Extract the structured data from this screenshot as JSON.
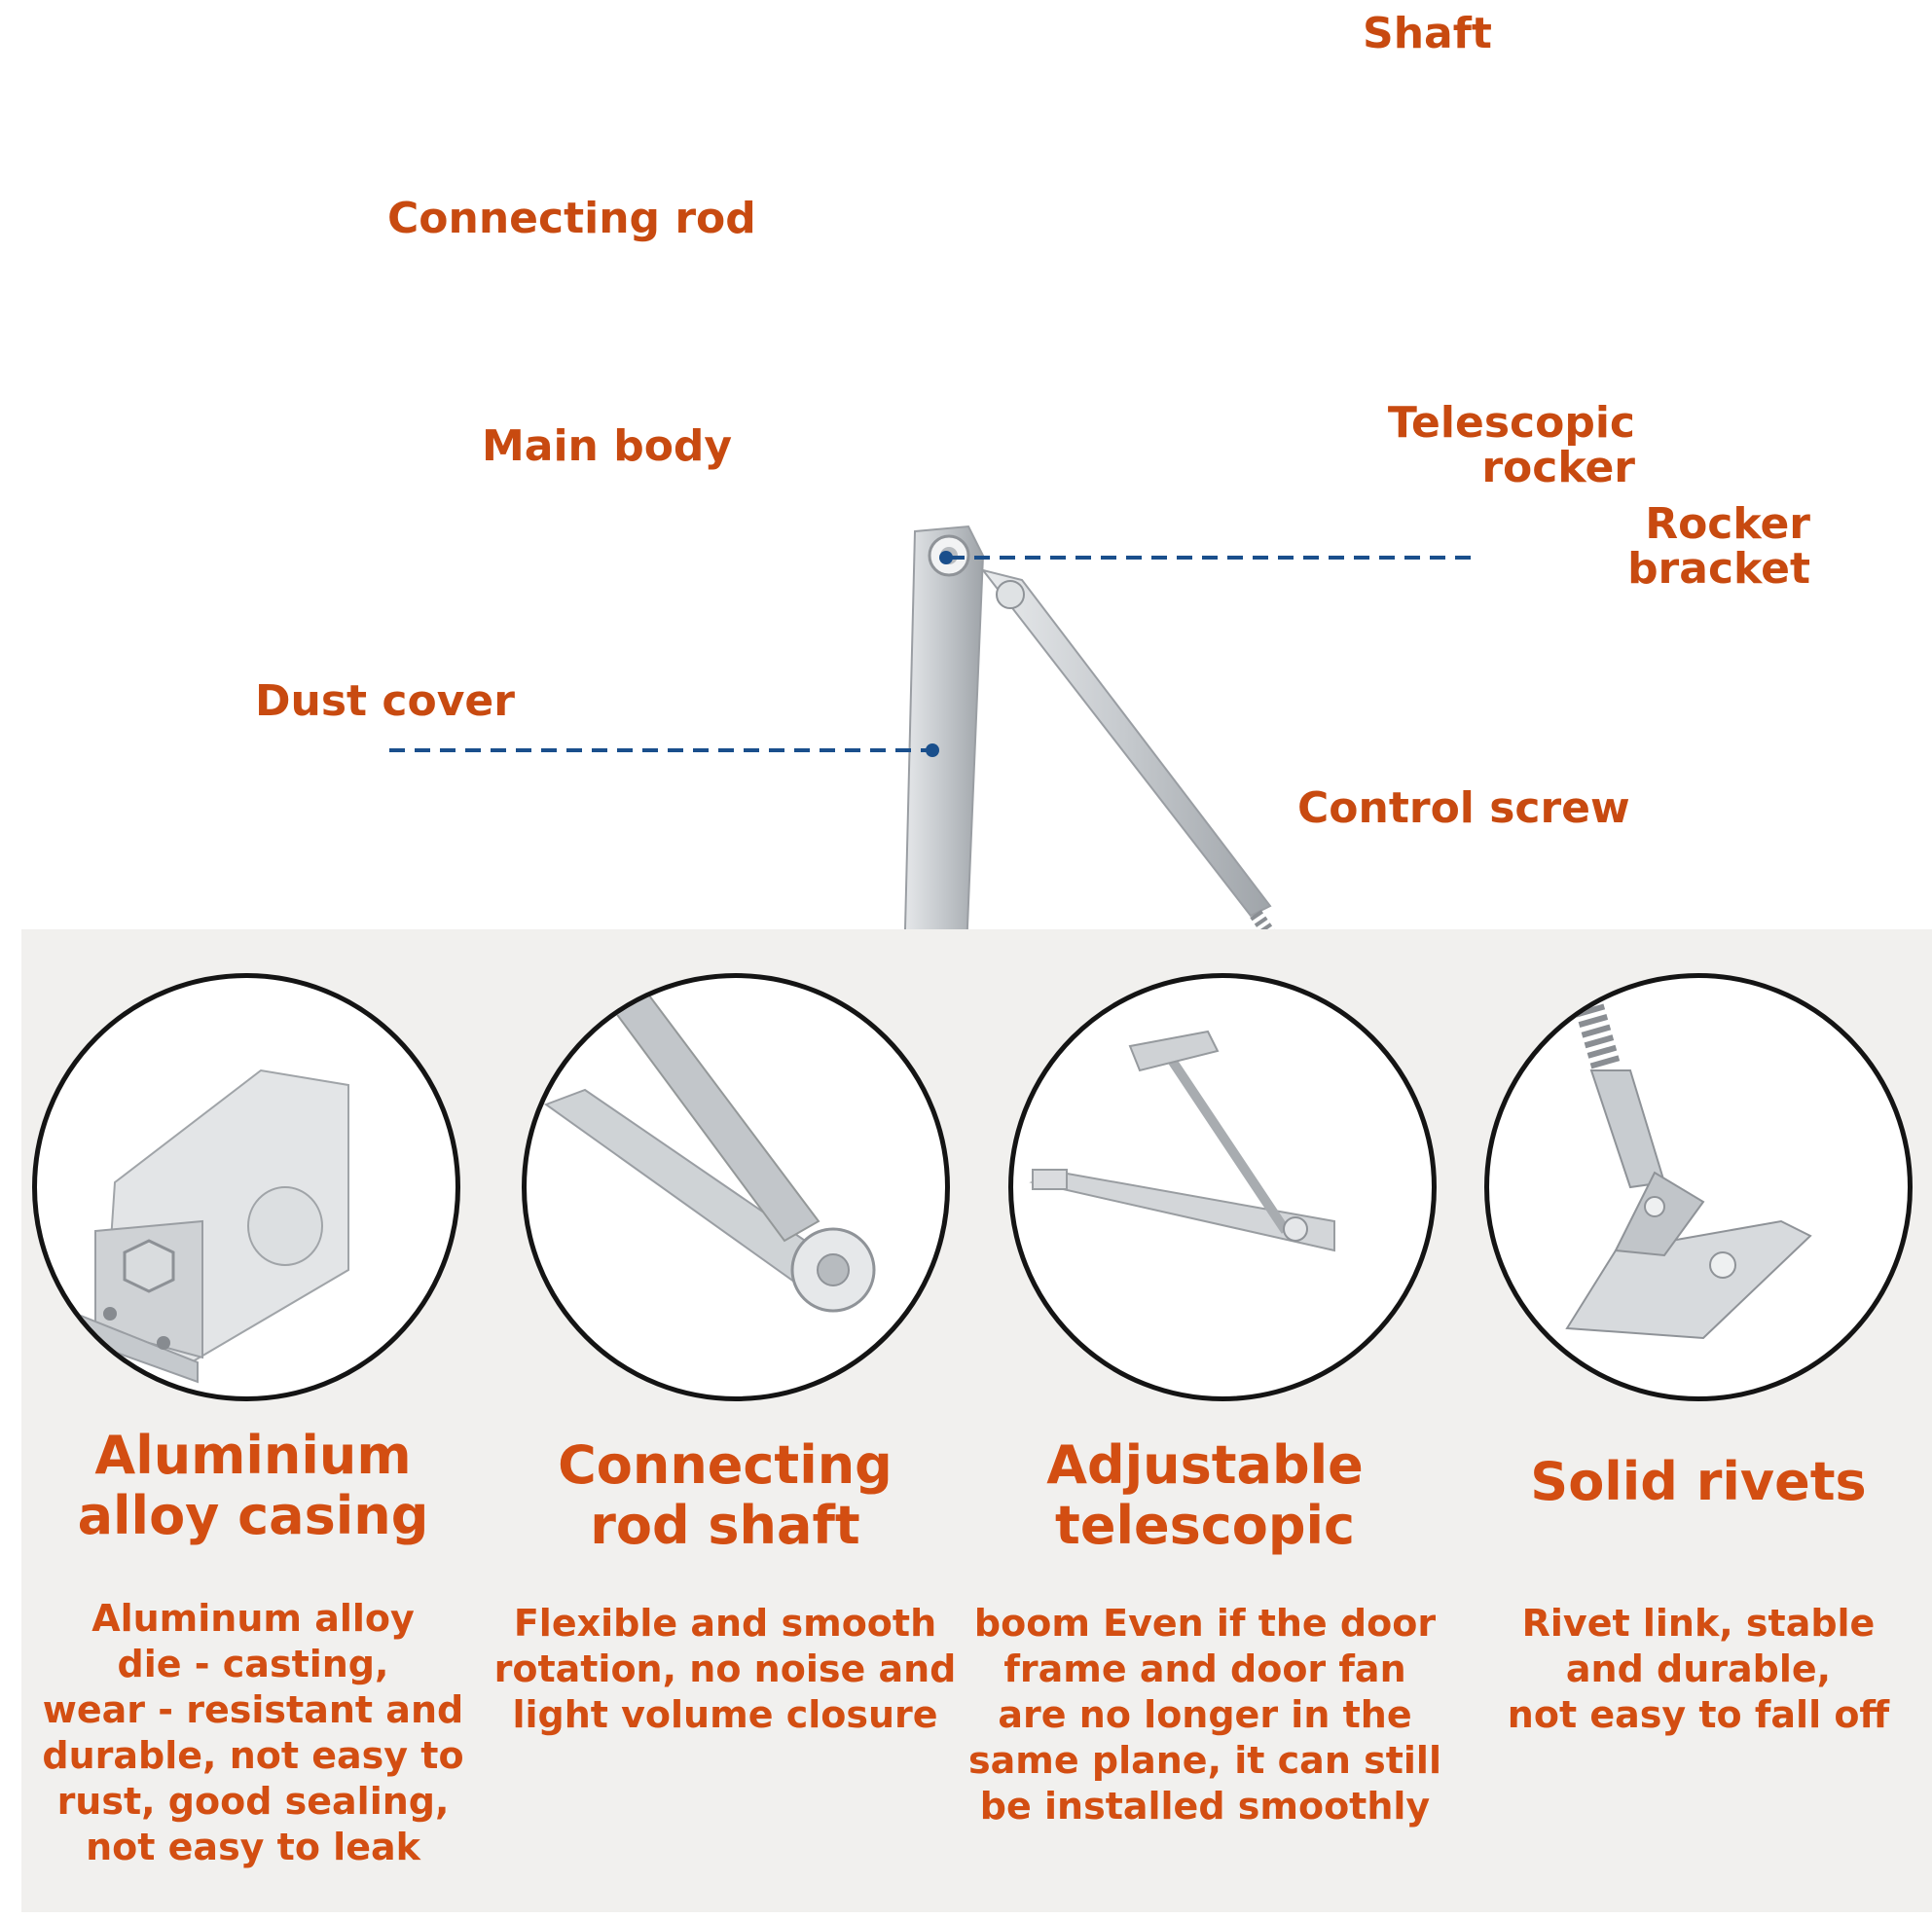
{
  "callouts": {
    "shaft": "Shaft",
    "connecting_rod": "Connecting rod",
    "main_body": "Main body",
    "telescopic_rocker_line1": "Telescopic",
    "telescopic_rocker_line2": "rocker",
    "rocker_bracket_line1": "Rocker",
    "rocker_bracket_line2": "bracket",
    "dust_cover": "Dust cover",
    "control_screw": "Control screw"
  },
  "features": [
    {
      "title_line1": "Aluminium",
      "title_line2": "alloy casing",
      "desc_lines": [
        "Aluminum alloy",
        "die - casting,",
        "wear - resistant and",
        "durable, not easy to",
        "rust, good sealing,",
        "not easy to leak"
      ]
    },
    {
      "title_line1": "Connecting",
      "title_line2": "rod shaft",
      "desc_lines": [
        "Flexible and smooth",
        "rotation, no noise and",
        "light volume closure"
      ]
    },
    {
      "title_line1": "Adjustable",
      "title_line2": "telescopic",
      "desc_lines": [
        "boom Even if the door",
        "frame and door fan",
        "are no longer in the",
        "same plane, it can still",
        "be installed smoothly"
      ]
    },
    {
      "title_line1": "Solid rivets",
      "title_line2": "",
      "desc_lines": [
        "Rivet link, stable",
        "and durable,",
        "not easy to fall off"
      ]
    }
  ],
  "colors": {
    "label_orange": "#c84a10",
    "leader_blue": "#1a4f8c",
    "metal": "#c9ccd0",
    "panel_bg": "#f1f0ee"
  }
}
